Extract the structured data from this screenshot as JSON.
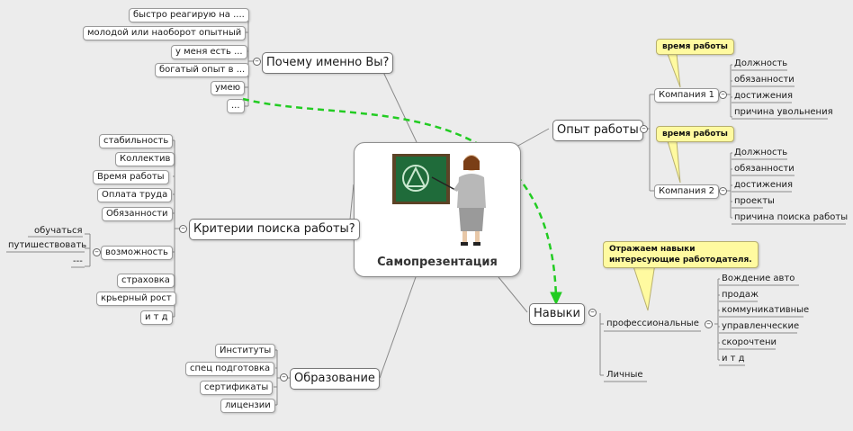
{
  "center": {
    "title": "Самопрезентация"
  },
  "why": {
    "title": "Почему именно Вы?",
    "items": [
      "быстро реагирую на ....",
      "молодой или наоборот опытный",
      "у меня есть ...",
      "богатый опыт в ...",
      "умею",
      "..."
    ]
  },
  "criteria": {
    "title": "Критерии поиска работы?",
    "items": [
      "стабильность",
      "Коллектив",
      "Время работы",
      "Оплата труда",
      "Обязанности",
      "возможность",
      "страховка",
      "крьерный рост",
      "и т д"
    ],
    "opportunity_items": [
      "обучаться",
      "путишествовать",
      "---"
    ]
  },
  "education": {
    "title": "Образование",
    "items": [
      "Институты",
      "спец подготовка",
      "сертификаты",
      "лицензии"
    ]
  },
  "experience": {
    "title": "Опыт работы",
    "company1": {
      "title": "Компания 1",
      "note": "время работы",
      "items": [
        "Должность",
        "обязанности",
        "достижения",
        "причина увольнения"
      ]
    },
    "company2": {
      "title": "Компания 2",
      "note": "время работы",
      "items": [
        "Должность",
        "обязанности",
        "достижения",
        "проекты",
        "причина поиска работы"
      ]
    }
  },
  "skills": {
    "title": "Навыки",
    "note": [
      "Отражаем навыки",
      "интересующие работодателя."
    ],
    "professional": {
      "title": "профессиональные",
      "items": [
        "Вождение авто",
        "продаж",
        "коммуникативные",
        "управленческие",
        "скорочтени",
        "и т д"
      ]
    },
    "personal": {
      "title": "Личные"
    }
  },
  "colors": {
    "background": "#ececec",
    "connector": "#8a8a8a",
    "relation": "#22cc22",
    "callout": "#fffaa0"
  }
}
